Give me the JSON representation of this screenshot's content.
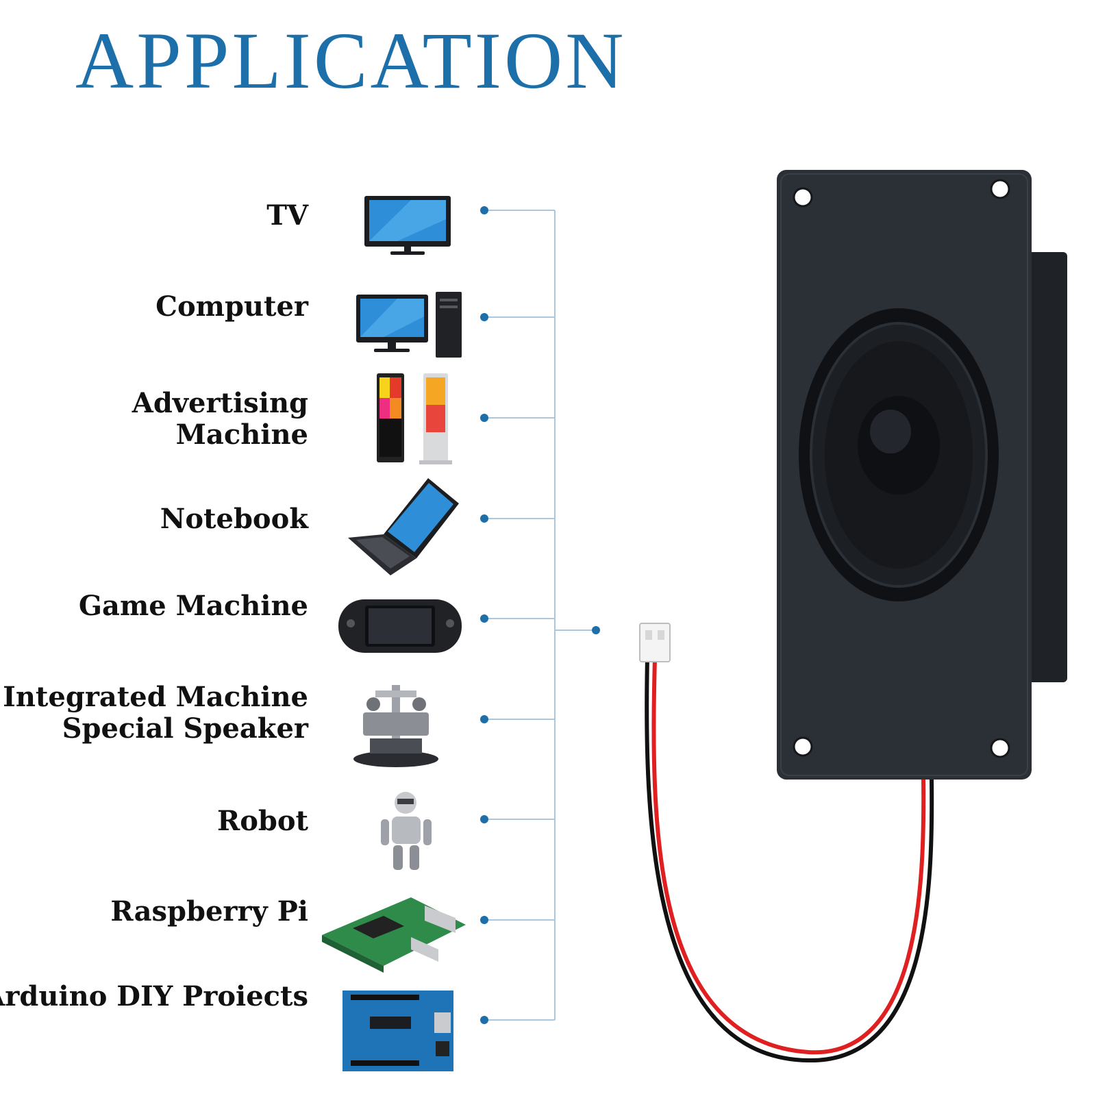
{
  "title": "APPLICATION",
  "colors": {
    "title": "#1c6fa8",
    "connector": "#a9c7df",
    "dot": "#1c6fa8",
    "label": "#111111",
    "speaker_body": "#2b2f36",
    "wire_red": "#e02020",
    "wire_black": "#111111"
  },
  "applications": [
    {
      "lines": [
        "TV"
      ],
      "icon": "tv-icon"
    },
    {
      "lines": [
        "Computer"
      ],
      "icon": "desktop-computer-icon"
    },
    {
      "lines": [
        "Advertising",
        "Machine"
      ],
      "icon": "advertising-kiosk-icon"
    },
    {
      "lines": [
        "Notebook"
      ],
      "icon": "laptop-icon"
    },
    {
      "lines": [
        "Game Machine"
      ],
      "icon": "handheld-console-icon"
    },
    {
      "lines": [
        "Integrated Machine",
        "Special Speaker"
      ],
      "icon": "speaker-machine-icon"
    },
    {
      "lines": [
        "Robot"
      ],
      "icon": "robot-icon"
    },
    {
      "lines": [
        "Raspberry Pi"
      ],
      "icon": "raspberry-pi-board-icon"
    },
    {
      "lines": [
        "Arduino DIY Proiects"
      ],
      "icon": "arduino-board-icon"
    }
  ],
  "product": {
    "icon": "rectangular-speaker-icon"
  }
}
